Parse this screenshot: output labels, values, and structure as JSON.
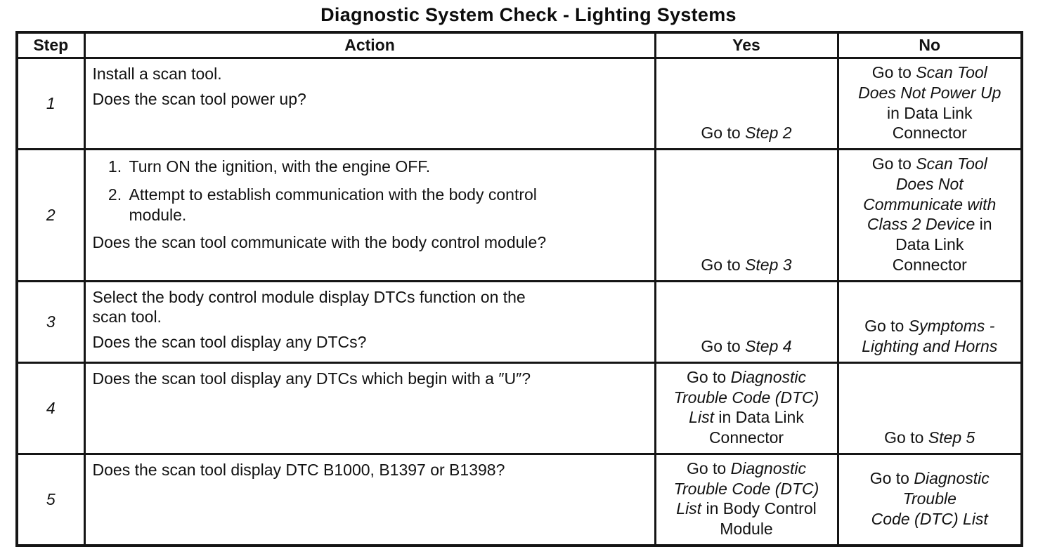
{
  "title": "Diagnostic System Check - Lighting Systems",
  "table": {
    "headers": {
      "step": "Step",
      "action": "Action",
      "yes": "Yes",
      "no": "No"
    },
    "rows": [
      {
        "step": "1",
        "action": {
          "paragraphs": [
            "Install a scan tool.",
            "Does the scan tool power up?"
          ]
        },
        "yes": {
          "prefix": "Go to ",
          "italic": "Step 2",
          "suffix": ""
        },
        "no": {
          "prefix": "Go to ",
          "italic": "Scan Tool\nDoes Not Power Up",
          "suffix": "\nin Data Link\nConnector"
        }
      },
      {
        "step": "2",
        "action": {
          "list": [
            "Turn ON the ignition, with the engine OFF.",
            "Attempt to establish communication with the body control\nmodule."
          ],
          "question": "Does the scan tool communicate with the body control module?"
        },
        "yes": {
          "prefix": "Go to ",
          "italic": "Step 3",
          "suffix": ""
        },
        "no": {
          "prefix": "Go to ",
          "italic": "Scan Tool\nDoes Not\nCommunicate with\nClass 2 Device",
          "suffix": " in\nData Link\nConnector"
        }
      },
      {
        "step": "3",
        "action": {
          "paragraphs": [
            "Select the body control module display DTCs function on the\nscan tool.",
            "Does the scan tool display any DTCs?"
          ]
        },
        "yes": {
          "prefix": "Go to ",
          "italic": "Step 4",
          "suffix": ""
        },
        "no": {
          "prefix": "Go to ",
          "italic": "Symptoms -\nLighting and Horns",
          "suffix": ""
        }
      },
      {
        "step": "4",
        "action": {
          "paragraphs": [
            "Does the scan tool display any DTCs which begin with a ″U″?"
          ]
        },
        "yes": {
          "prefix": "Go to ",
          "italic": "Diagnostic\nTrouble Code (DTC)\nList",
          "suffix": " in Data Link\nConnector"
        },
        "no": {
          "prefix": "Go to ",
          "italic": "Step 5",
          "suffix": ""
        }
      },
      {
        "step": "5",
        "action": {
          "paragraphs": [
            "Does the scan tool display DTC B1000, B1397 or B1398?"
          ]
        },
        "yes": {
          "prefix": "Go to ",
          "italic": "Diagnostic\nTrouble Code (DTC)\nList",
          "suffix": " in Body Control\nModule"
        },
        "no": {
          "prefix": "Go to ",
          "italic": "Diagnostic\nTrouble\nCode (DTC) List",
          "suffix": ""
        }
      }
    ]
  }
}
